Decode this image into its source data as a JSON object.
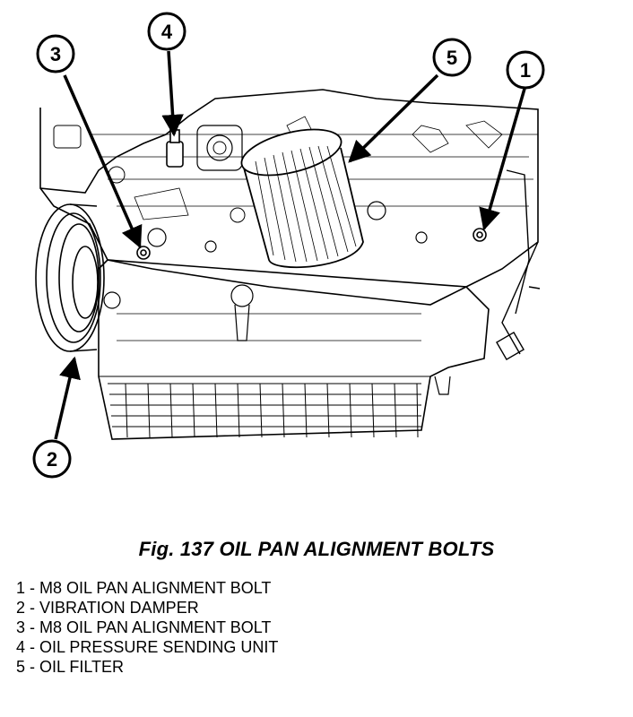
{
  "caption": "Fig. 137 OIL PAN ALIGNMENT BOLTS",
  "callouts": [
    {
      "number": "1"
    },
    {
      "number": "2"
    },
    {
      "number": "3"
    },
    {
      "number": "4"
    },
    {
      "number": "5"
    }
  ],
  "legend": [
    "1 - M8 OIL PAN ALIGNMENT BOLT",
    "2 - VIBRATION DAMPER",
    "3 - M8 OIL PAN ALIGNMENT BOLT",
    "4 - OIL PRESSURE SENDING UNIT",
    "5 - OIL FILTER"
  ]
}
